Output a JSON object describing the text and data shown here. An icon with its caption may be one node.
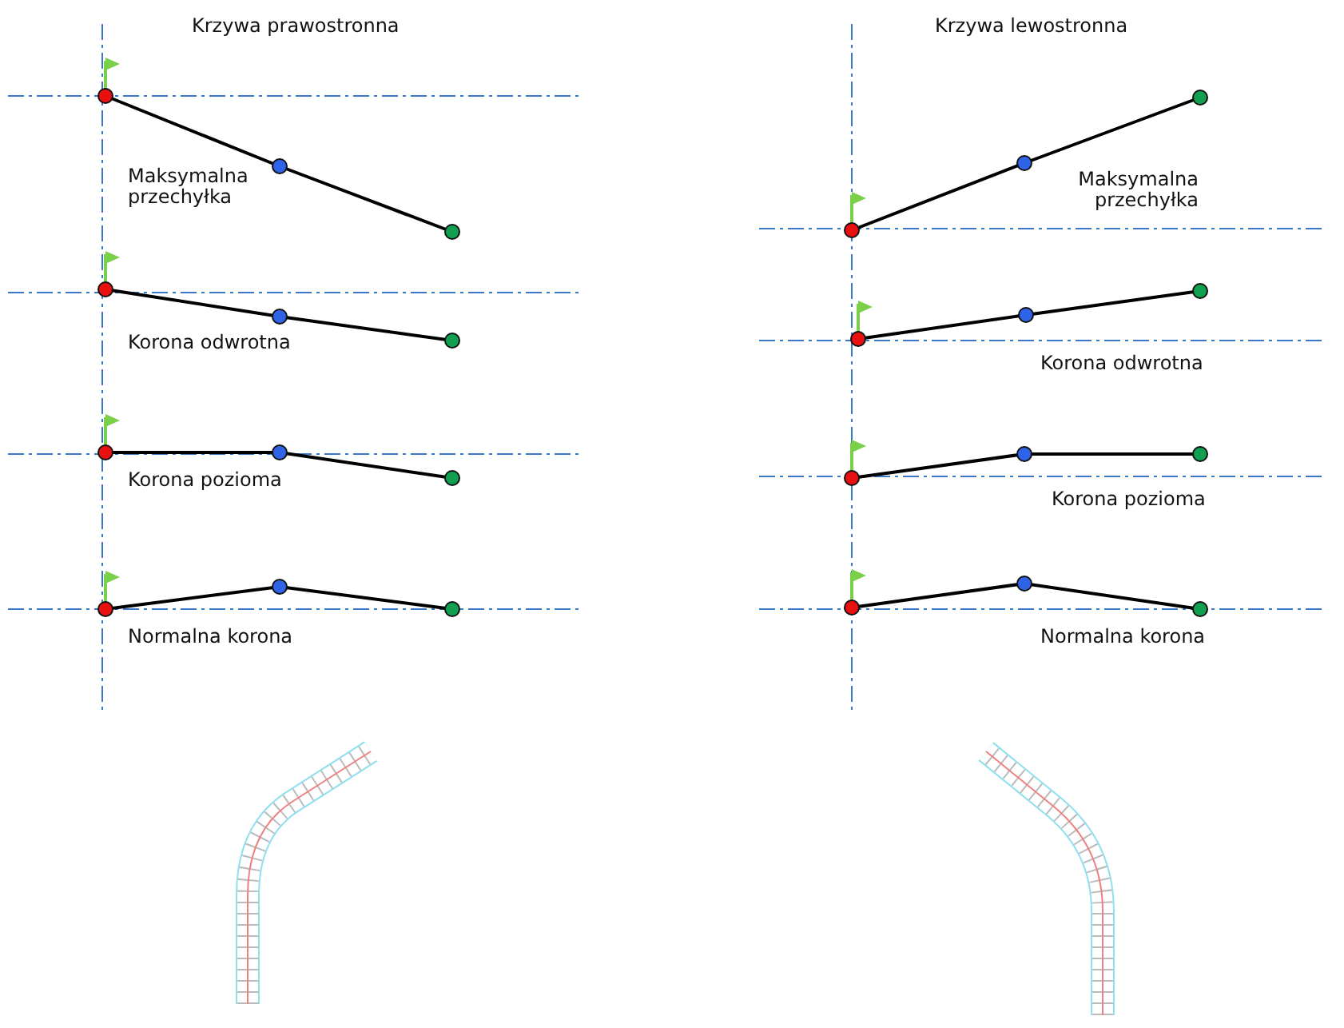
{
  "diagram": {
    "labels": [
      "Krzywa prawostronna",
      "Krzywa lewostronna",
      "Maksymalna przechyłka",
      "Maksymalna przechyłka",
      "Korona odwrotna",
      "Korona odwrotna",
      "Korona pozioma",
      "Korona pozioma",
      "Normalna korona",
      "Normalna korona"
    ]
  }
}
